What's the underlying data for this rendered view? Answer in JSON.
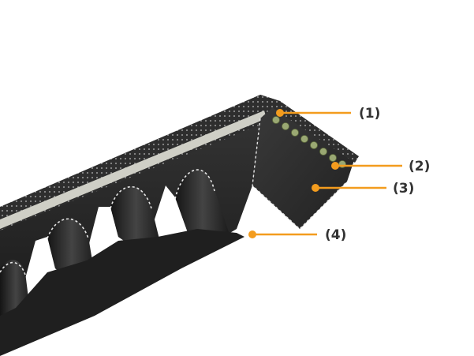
{
  "colors": {
    "belt_rubber": "#2b2b2b",
    "belt_shadow": "#161616",
    "belt_highlight": "#4a4a4a",
    "fabric_cover": "#3a3a3a",
    "cord_band": "#cfcfc6",
    "tension_cords": "#9aa873",
    "callout": "#f39c1e",
    "label_text": "#333333",
    "background": "#ffffff"
  },
  "callouts": [
    {
      "id": "1",
      "label": "(1)"
    },
    {
      "id": "2",
      "label": "(2)"
    },
    {
      "id": "3",
      "label": "(3)"
    },
    {
      "id": "4",
      "label": "(4)"
    }
  ]
}
